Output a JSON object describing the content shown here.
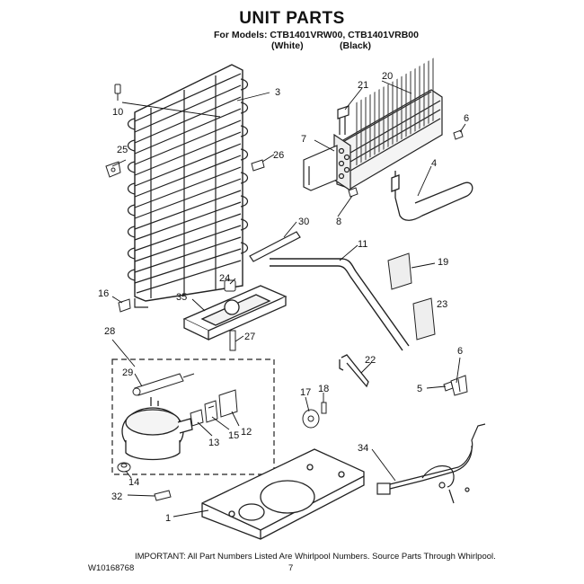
{
  "header": {
    "title": "UNIT PARTS",
    "models_line": "For Models: CTB1401VRW00, CTB1401VRB00",
    "color_white": "(White)",
    "color_black": "(Black)"
  },
  "footer": {
    "notice": "IMPORTANT: All Part Numbers Listed Are Whirlpool Numbers. Source Parts Through Whirlpool.",
    "doc_number": "W10168768",
    "page_number": "7"
  },
  "callouts": {
    "c3": "3",
    "c10": "10",
    "c25": "25",
    "c26": "26",
    "c16": "16",
    "c20": "20",
    "c21": "21",
    "c7": "7",
    "c6a": "6",
    "c4": "4",
    "c8": "8",
    "c30": "30",
    "c11": "11",
    "c19": "19",
    "c24": "24",
    "c35": "35",
    "c23": "23",
    "c27": "27",
    "c28": "28",
    "c29": "29",
    "c22": "22",
    "c6b": "6",
    "c5": "5",
    "c17": "17",
    "c18": "18",
    "c13": "13",
    "c15": "15",
    "c12": "12",
    "c14": "14",
    "c34": "34",
    "c32": "32",
    "c1": "1"
  }
}
